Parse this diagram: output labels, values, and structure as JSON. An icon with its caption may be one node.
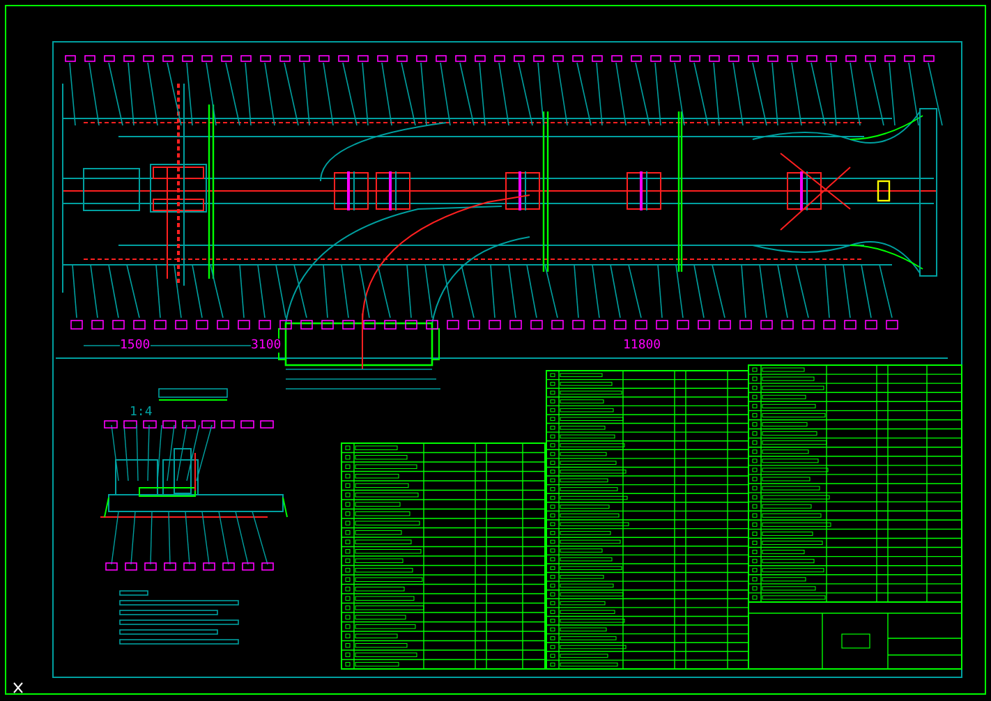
{
  "diagram": {
    "labels": [
      "1500",
      "3100",
      "11800",
      "1:4"
    ]
  }
}
